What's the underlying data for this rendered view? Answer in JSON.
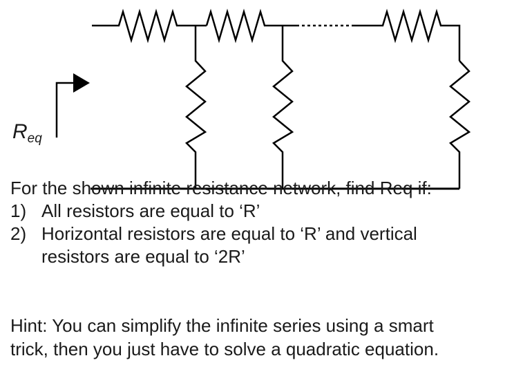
{
  "diagram": {
    "label_main": "R",
    "label_sub": "eq"
  },
  "problem": {
    "intro": "For the shown infinite resistance network, find Req if:",
    "items": [
      {
        "num": "1)",
        "text": "All resistors are equal to ‘R’"
      },
      {
        "num": "2)",
        "text": "Horizontal resistors are equal to ‘R’ and vertical",
        "cont": "resistors are equal to ‘2R’"
      }
    ],
    "hint_line1": "Hint: You can simplify the infinite series using a smart",
    "hint_line2": "trick, then you just have to solve a quadratic equation."
  }
}
